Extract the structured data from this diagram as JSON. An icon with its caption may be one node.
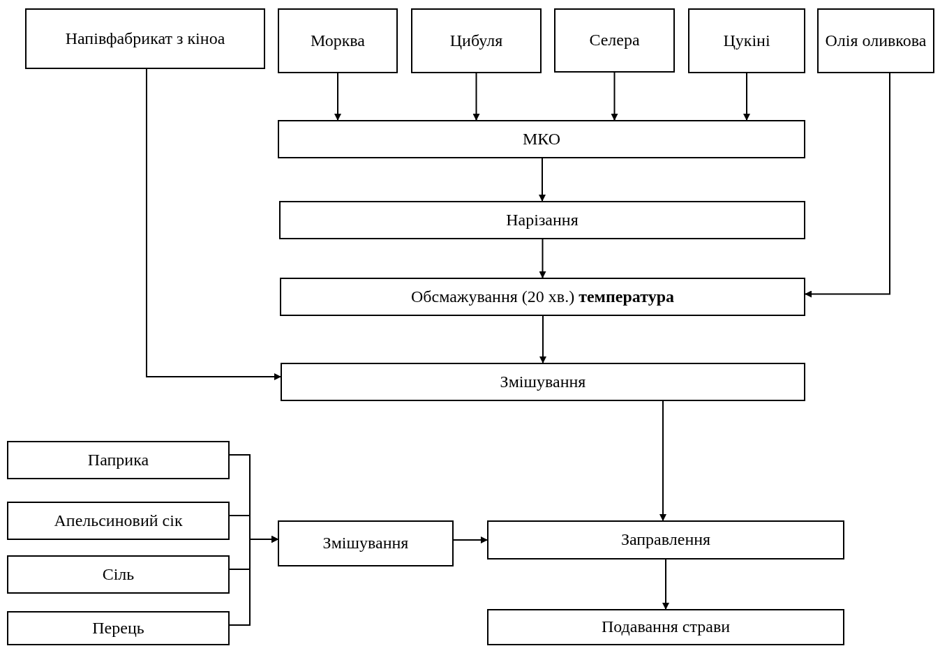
{
  "diagram": {
    "nodes": [
      {
        "text": [
          "Напівфабрикат з кіноа"
        ]
      },
      {
        "text": [
          "Морква"
        ]
      },
      {
        "text": [
          "Цибуля"
        ]
      },
      {
        "text": [
          "Селера"
        ]
      },
      {
        "text": [
          "Цукіні"
        ]
      },
      {
        "text": [
          "Олія оливкова"
        ]
      },
      {
        "text": [
          "МКО"
        ]
      },
      {
        "text": [
          "Нарізання"
        ]
      },
      {
        "text": [
          "Обсмажування (20 хв.) **температура**"
        ]
      },
      {
        "text": [
          "Змішування"
        ]
      },
      {
        "text": [
          "Паприка"
        ]
      },
      {
        "text": [
          "Апельсиновий сік"
        ]
      },
      {
        "text": [
          "Сіль"
        ]
      },
      {
        "text": [
          "Перець"
        ]
      },
      {
        "text": [
          "Змішування"
        ]
      },
      {
        "text": [
          "Заправлення"
        ]
      },
      {
        "text": [
          "Подавання страви"
        ]
      }
    ],
    "edges": [
      {
        "from": 1,
        "to": 6,
        "arrow": "to"
      },
      {
        "from": 2,
        "to": 6,
        "arrow": "to"
      },
      {
        "from": 3,
        "to": 6,
        "arrow": "to"
      },
      {
        "from": 4,
        "to": 6,
        "arrow": "to"
      },
      {
        "from": 6,
        "to": 7,
        "arrow": "to"
      },
      {
        "from": 7,
        "to": 8,
        "arrow": "to"
      },
      {
        "from": 5,
        "to": 8,
        "arrow": "to"
      },
      {
        "from": 8,
        "to": 9,
        "arrow": "to"
      },
      {
        "from": 0,
        "to": 9,
        "arrow": "to"
      },
      {
        "from": 9,
        "to": 15,
        "arrow": "to"
      },
      {
        "from": 10,
        "to": 14,
        "arrow": "to"
      },
      {
        "from": 11,
        "to": 14,
        "arrow": "to"
      },
      {
        "from": 12,
        "to": 14,
        "arrow": "to"
      },
      {
        "from": 13,
        "to": 14,
        "arrow": "to"
      },
      {
        "from": 14,
        "to": 15,
        "arrow": "to"
      },
      {
        "from": 15,
        "to": 16,
        "arrow": "to"
      }
    ]
  }
}
